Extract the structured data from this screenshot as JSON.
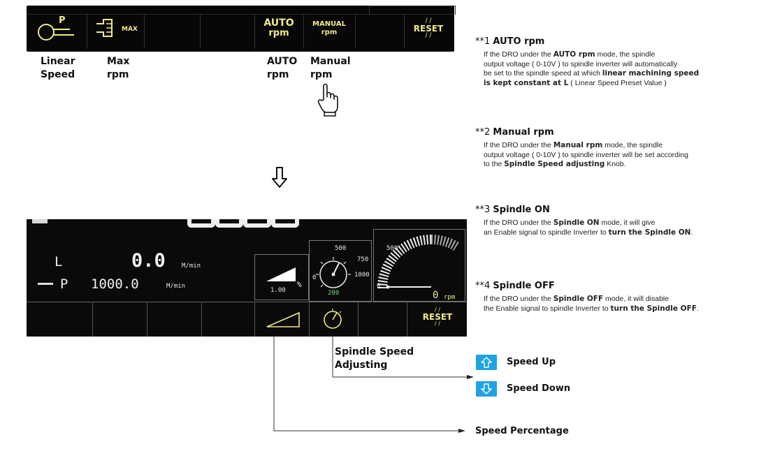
{
  "top_bar": {
    "auto_line1": "AUTO",
    "auto_line2": "rpm",
    "manual_line1": "MANUAL",
    "manual_line2": "rpm",
    "reset": "RESET",
    "max_text": "MAX",
    "linear_p": "P"
  },
  "top_captions": {
    "linear": [
      "Linear",
      "Speed"
    ],
    "max": [
      "Max",
      "rpm"
    ],
    "auto": [
      "AUTO",
      "rpm"
    ],
    "manual": [
      "Manual",
      "rpm"
    ]
  },
  "screen": {
    "l_label": "L",
    "l_value": "0.0",
    "l_unit": "M/min",
    "p_label": "P",
    "p_value": "1000.0",
    "p_unit": "M/min",
    "percent_value": "1.00",
    "percent_sign": "%",
    "knob_top": "500",
    "knob_right_top": "750",
    "knob_right": "1000",
    "knob_left": "0",
    "knob_bottom": "200",
    "gauge_left_top": "500",
    "gauge_left": "0",
    "rpm_value": "0",
    "rpm_unit": "rpm",
    "reset": "RESET"
  },
  "notes": [
    {
      "prefix": "**1 ",
      "title": "AUTO rpm",
      "lines": [
        [
          "If the DRO under the ",
          "b:AUTO rpm",
          " mode, the spindle"
        ],
        [
          "output voltage ( 0-10V ) to spindle inverter will automatically"
        ],
        [
          "be set to the spindle speed at which ",
          "b:linear machining speed"
        ],
        [
          "b:is kept constant at L",
          " ( Linear Speed Preset Value )"
        ]
      ]
    },
    {
      "prefix": "**2 ",
      "title": "Manual rpm",
      "lines": [
        [
          "If the DRO under the ",
          "b:Manual rpm",
          " mode, the spindle"
        ],
        [
          "output voltage ( 0-10V ) to spindle inverter will be set according"
        ],
        [
          "to the ",
          "b:Spindle Speed adjusting",
          " Knob."
        ]
      ]
    },
    {
      "prefix": "**3 ",
      "title": "Spindle ON",
      "lines": [
        [
          "If the DRO under the ",
          "b:Spindle ON",
          " mode, it will give"
        ],
        [
          "an Enable signal to spindle Inverter to ",
          "b:turn the Spindle ON",
          "."
        ]
      ]
    },
    {
      "prefix": "**4 ",
      "title": "Spindle OFF",
      "lines": [
        [
          "If the DRO under the ",
          "b:Spindle OFF",
          " mode, it will disable"
        ],
        [
          "the Enable signal to spindle Inverter to ",
          "b:turn the Spindle OFF",
          "."
        ]
      ]
    }
  ],
  "callouts": {
    "spindle_adjust": [
      "Spindle Speed",
      "Adjusting"
    ],
    "speed_up": "Speed Up",
    "speed_down": "Speed Down",
    "speed_percentage": "Speed Percentage"
  },
  "colors": {
    "screen_text": "#f2e98a",
    "arrow_button": "#1fa3e4"
  }
}
